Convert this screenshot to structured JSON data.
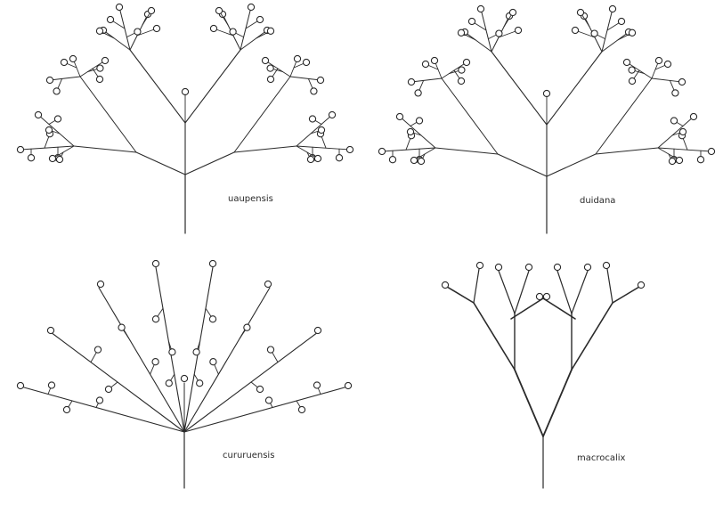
{
  "figure": {
    "panels": [
      {
        "id": "top-left",
        "label": "uaupensis"
      },
      {
        "id": "top-right",
        "label": "duidana"
      },
      {
        "id": "bottom-left",
        "label": "cururuensis"
      },
      {
        "id": "bottom-right",
        "label": "macrocalix"
      }
    ]
  },
  "colors": {
    "ink": "#2a2a2a",
    "background": "#ffffff"
  }
}
